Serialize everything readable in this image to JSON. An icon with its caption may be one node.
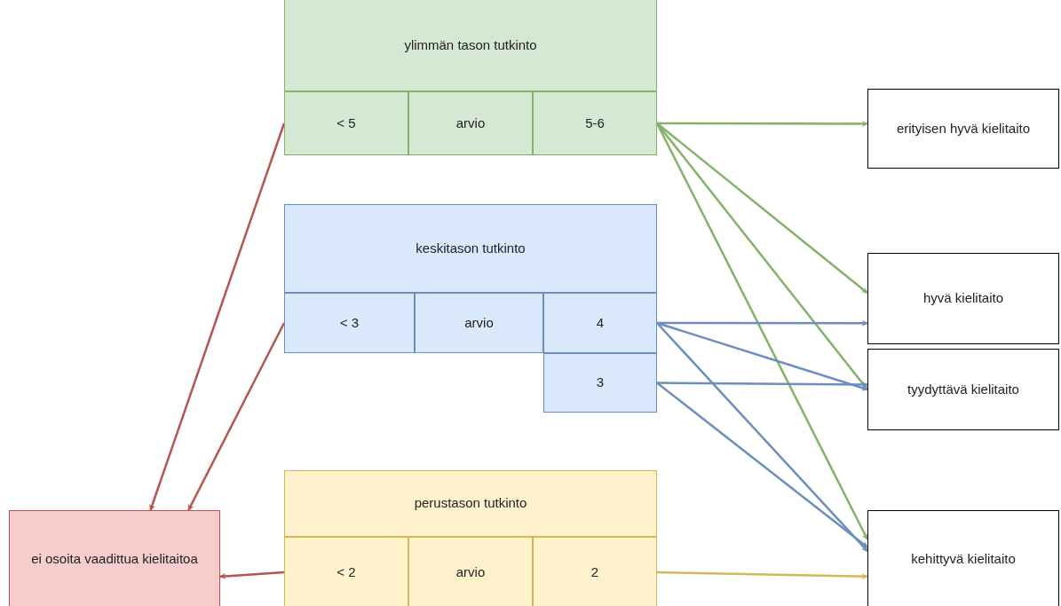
{
  "diagram": {
    "nodes": [
      {
        "text": [
          "ylimmän tason tutkinto"
        ]
      },
      {
        "text": [
          "< 5"
        ]
      },
      {
        "text": [
          "arvio"
        ]
      },
      {
        "text": [
          "5-6"
        ]
      },
      {
        "text": [
          "keskitason tutkinto"
        ]
      },
      {
        "text": [
          "< 3"
        ]
      },
      {
        "text": [
          "arvio"
        ]
      },
      {
        "text": [
          "4"
        ]
      },
      {
        "text": [
          "3"
        ]
      },
      {
        "text": [
          "perustason tutkinto"
        ]
      },
      {
        "text": [
          "< 2"
        ]
      },
      {
        "text": [
          "arvio"
        ]
      },
      {
        "text": [
          "2"
        ]
      },
      {
        "text": [
          "ei osoita vaadittua kielitaitoa"
        ]
      },
      {
        "text": [
          "erityisen hyvä kielitaito"
        ]
      },
      {
        "text": [
          "hyvä kielitaito"
        ]
      },
      {
        "text": [
          "tyydyttävä kielitaito"
        ]
      },
      {
        "text": [
          "kehittyvä kielitaito"
        ]
      }
    ],
    "edges": [
      {
        "from": 3,
        "to": 14,
        "arrow": "to",
        "color": "#82b366"
      },
      {
        "from": 3,
        "to": 15,
        "arrow": "to",
        "color": "#82b366"
      },
      {
        "from": 3,
        "to": 16,
        "arrow": "to",
        "color": "#82b366"
      },
      {
        "from": 3,
        "to": 17,
        "arrow": "to",
        "color": "#82b366"
      },
      {
        "from": 1,
        "to": 13,
        "arrow": "to",
        "color": "#b85450"
      },
      {
        "from": 5,
        "to": 13,
        "arrow": "to",
        "color": "#b85450"
      },
      {
        "from": 7,
        "to": 15,
        "arrow": "to",
        "color": "#6c8ebf"
      },
      {
        "from": 7,
        "to": 16,
        "arrow": "to",
        "color": "#6c8ebf"
      },
      {
        "from": 7,
        "to": 17,
        "arrow": "to",
        "color": "#6c8ebf"
      },
      {
        "from": 8,
        "to": 16,
        "arrow": "to",
        "color": "#6c8ebf"
      },
      {
        "from": 8,
        "to": 17,
        "arrow": "to",
        "color": "#6c8ebf"
      },
      {
        "from": 10,
        "to": 13,
        "arrow": "to",
        "color": "#b85450"
      },
      {
        "from": 12,
        "to": 17,
        "arrow": "to",
        "color": "#d6b656"
      }
    ]
  }
}
